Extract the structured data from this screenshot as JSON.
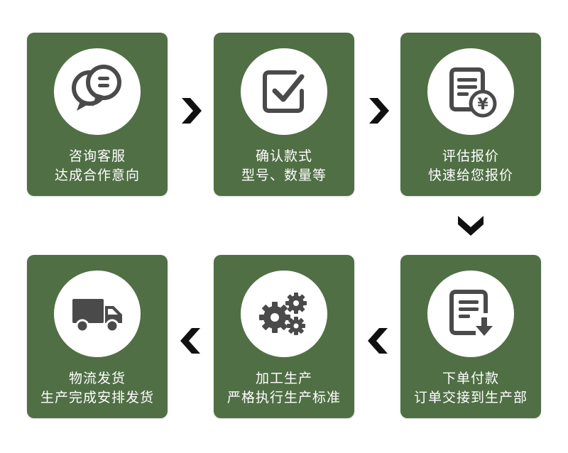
{
  "steps": [
    {
      "icon": "chat-bubbles-icon",
      "title": "咨询客服",
      "subtitle": "达成合作意向"
    },
    {
      "icon": "checkbox-icon",
      "title": "确认款式",
      "subtitle": "型号、数量等"
    },
    {
      "icon": "quote-document-yen-icon",
      "title": "评估报价",
      "subtitle": "快速给您报价"
    },
    {
      "icon": "document-download-icon",
      "title": "下单付款",
      "subtitle": "订单交接到生产部"
    },
    {
      "icon": "gears-icon",
      "title": "加工生产",
      "subtitle": "严格执行生产标准"
    },
    {
      "icon": "delivery-truck-icon",
      "title": "物流发货",
      "subtitle": "生产完成安排发货"
    }
  ],
  "colors": {
    "card": "#506f45",
    "icon": "#4a4a4a",
    "arrow": "#111111",
    "text": "#ffffff"
  }
}
